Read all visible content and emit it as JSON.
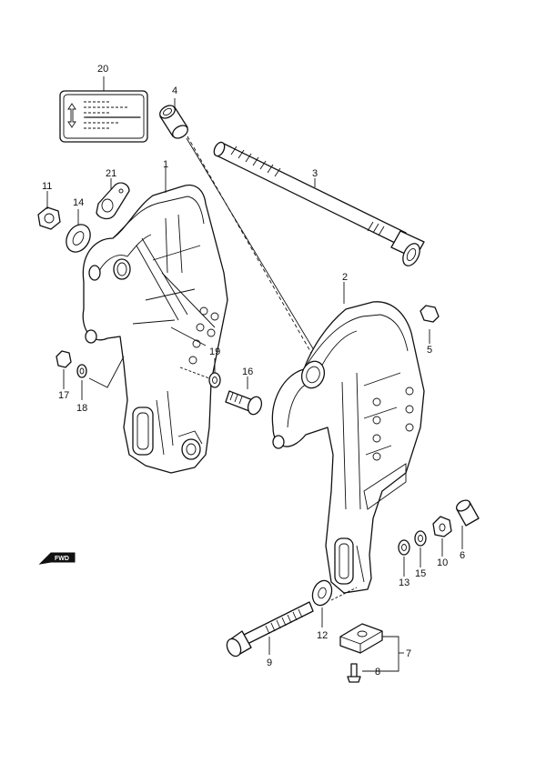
{
  "callouts": [
    {
      "id": "c20",
      "label": "20"
    },
    {
      "id": "c4",
      "label": "4"
    },
    {
      "id": "c1",
      "label": "1"
    },
    {
      "id": "c21",
      "label": "21"
    },
    {
      "id": "c11",
      "label": "11"
    },
    {
      "id": "c14",
      "label": "14"
    },
    {
      "id": "c3",
      "label": "3"
    },
    {
      "id": "c2",
      "label": "2"
    },
    {
      "id": "c5",
      "label": "5"
    },
    {
      "id": "c19",
      "label": "19"
    },
    {
      "id": "c16",
      "label": "16"
    },
    {
      "id": "c17",
      "label": "17"
    },
    {
      "id": "c18",
      "label": "18"
    },
    {
      "id": "c6",
      "label": "6"
    },
    {
      "id": "c10",
      "label": "10"
    },
    {
      "id": "c15",
      "label": "15"
    },
    {
      "id": "c13",
      "label": "13"
    },
    {
      "id": "c12",
      "label": "12"
    },
    {
      "id": "c9",
      "label": "9"
    },
    {
      "id": "c7",
      "label": "7"
    },
    {
      "id": "c8",
      "label": "8"
    }
  ],
  "direction_marker": "FWD"
}
